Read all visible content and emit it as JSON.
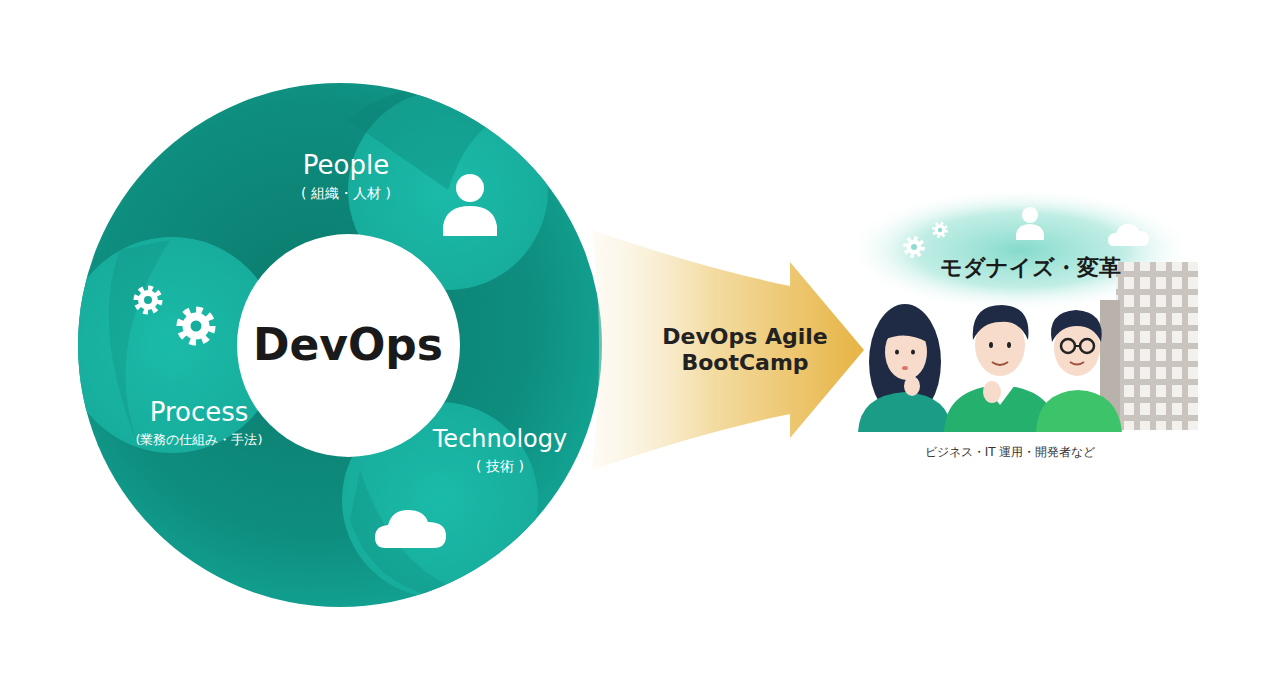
{
  "diagram": {
    "nodes": [
      {
        "text": [
          "DevOps"
        ]
      },
      {
        "text": [
          "People",
          "( 組織・人材 )"
        ]
      },
      {
        "text": [
          "Process",
          "(業務の仕組み・手法)"
        ]
      },
      {
        "text": [
          "Technology",
          "( 技術 )"
        ]
      },
      {
        "text": [
          "DevOps Agile BootCamp"
        ]
      },
      {
        "text": [
          "モダナイズ・変革"
        ]
      }
    ],
    "labels": [
      "ビジネス・IT 運用・開発者など"
    ]
  }
}
